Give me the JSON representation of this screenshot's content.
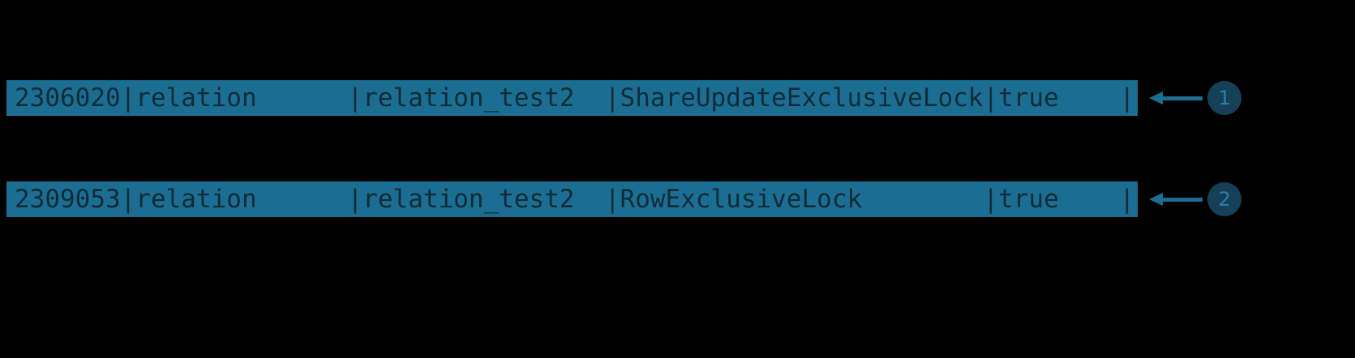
{
  "terminal": {
    "background_color": "#000000",
    "highlight_color": "#1b6e92",
    "highlight_text_color": "#102b38",
    "badge_color": "#164058",
    "badge_text_color": "#2b7fa8",
    "arrow_color": "#1b6e92"
  },
  "rows": [
    {
      "badge": "1",
      "pid": "2306020",
      "locktype": "relation",
      "relation": "relation_test2",
      "mode": "ShareUpdateExclusiveLock",
      "granted": "true",
      "line": "2306020|relation      |relation_test2  |ShareUpdateExclusiveLock|true    |"
    },
    {
      "badge": "2",
      "pid": "2309053",
      "locktype": "relation",
      "relation": "relation_test2",
      "mode": "RowExclusiveLock",
      "granted": "true",
      "line": "2309053|relation      |relation_test2  |RowExclusiveLock        |true    |"
    }
  ]
}
